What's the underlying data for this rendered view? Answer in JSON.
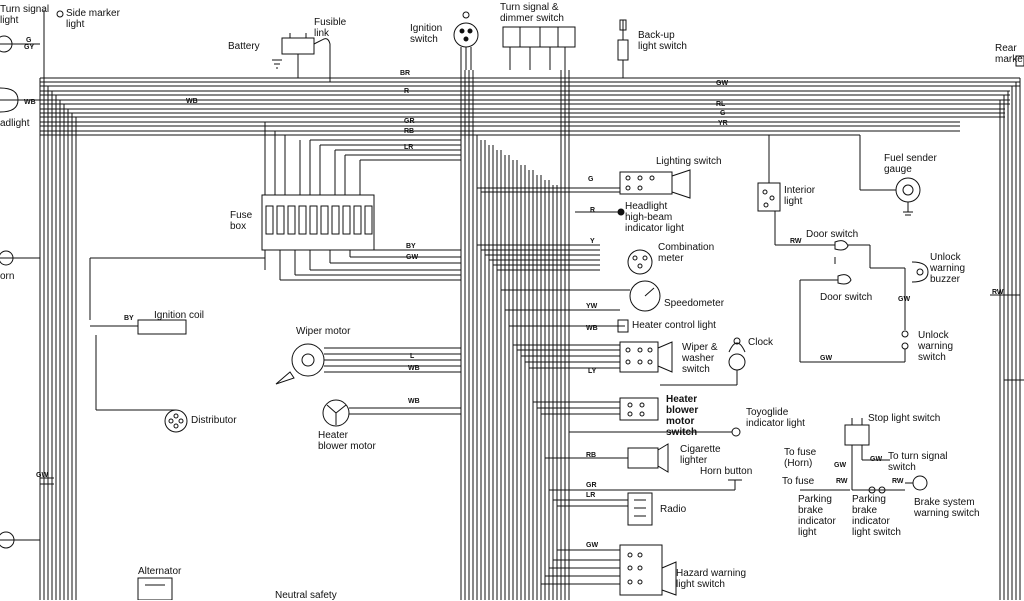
{
  "labels": {
    "turn_signal_light": "Turn signal\nlight",
    "side_marker_light": "Side marker\nlight",
    "fusible_link": "Fusible\nlink",
    "battery": "Battery",
    "ignition_switch": "Ignition\nswitch",
    "turn_dimmer_switch": "Turn signal &\ndimmer switch",
    "backup_light_switch": "Back-up\nlight switch",
    "rear_marker": "Rear\nmarke",
    "headlight": "adlight",
    "horn": "orn",
    "fuse_box": "Fuse\nbox",
    "lighting_switch": "Lighting switch",
    "headlight_highbeam_indicator": "Headlight\nhigh-beam\nindicator light",
    "interior_light": "Interior\nlight",
    "fuel_sender_gauge": "Fuel sender\ngauge",
    "door_switch_1": "Door switch",
    "door_switch_2": "Door switch",
    "unlock_warning_buzzer": "Unlock\nwarning\nbuzzer",
    "unlock_warning_switch": "Unlock\nwarning\nswitch",
    "combination_meter": "Combination\nmeter",
    "speedometer": "Speedometer",
    "heater_control_light": "Heater control light",
    "ignition_coil": "Ignition coil",
    "wiper_motor": "Wiper motor",
    "clock": "Clock",
    "wiper_washer_switch": "Wiper &\nwasher\nswitch",
    "distributor": "Distributor",
    "heater_blower_motor": "Heater\nblower motor",
    "heater_blower_motor_switch": "Heater\nblower\nmotor\nswitch",
    "toyoglide_indicator": "Toyoglide\nindicator light",
    "stop_light_switch": "Stop light switch",
    "to_fuse_horn": "To fuse\n(Horn)",
    "to_turn_signal_switch": "To turn signal\nswitch",
    "to_fuse": "To fuse",
    "cigarette_lighter": "Cigarette\nlighter",
    "horn_button": "Horn button",
    "parking_brake_light_1": "Parking\nbrake\nindicator\nlight",
    "parking_brake_light_2": "Parking\nbrake\nindicator\nlight switch",
    "brake_system_warning": "Brake system\nwarning switch",
    "radio": "Radio",
    "hazard_warning_switch": "Hazard warning\nlight switch",
    "alternator": "Alternator",
    "neutral_safety": "Neutral safety"
  },
  "wire_codes": {
    "br": "BR",
    "r1": "R",
    "gw1": "GW",
    "wb1": "WB",
    "rl": "RL",
    "g1": "G",
    "yr": "YR",
    "gr1": "GR",
    "rb1": "RB",
    "lr1": "LR",
    "g2": "G",
    "r2": "R",
    "by1": "BY",
    "gw2": "GW",
    "by2": "BY",
    "y": "Y",
    "yw": "YW",
    "wb2": "WB",
    "l": "L",
    "wb3": "WB",
    "wb4": "WB",
    "ly": "LY",
    "rw1": "RW",
    "gw3": "GW",
    "gw4": "GW",
    "rb2": "RB",
    "gr2": "GR",
    "lr2": "LR",
    "gw5": "GW",
    "gw6": "GW",
    "rw2": "RW",
    "rw3": "RW",
    "g3": "G",
    "gy": "GY",
    "wb5": "WB",
    "gw7": "GW",
    "rw4": "RW",
    "gw8": "GW"
  }
}
